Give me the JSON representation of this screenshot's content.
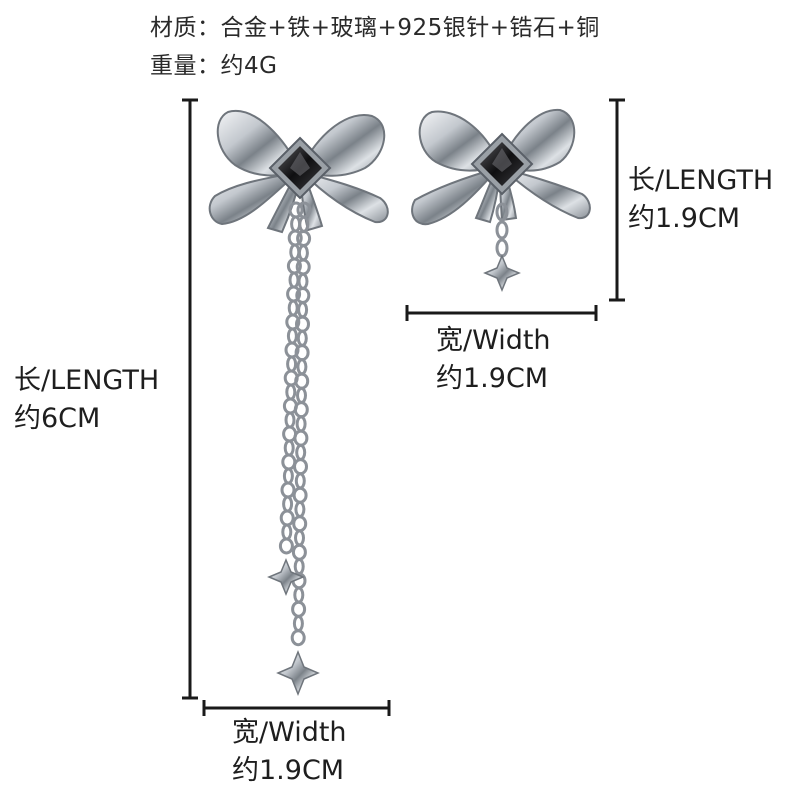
{
  "specs": {
    "materials": "材质：合金+铁+玻璃+925银针+锆石+铜",
    "weight": "重量：约4G"
  },
  "long_earring": {
    "length_label": "长/LENGTH",
    "length_value": "约6CM",
    "width_label": "宽/Width",
    "width_value": "约1.9CM"
  },
  "short_earring": {
    "length_label": "长/LENGTH",
    "length_value": "约1.9CM",
    "width_label": "宽/Width",
    "width_value": "约1.9CM"
  },
  "colors": {
    "metal": "#c9cdd2",
    "metal_dark": "#6f757c",
    "stone": "#1a1a1c",
    "line": "#1a1a1a"
  }
}
